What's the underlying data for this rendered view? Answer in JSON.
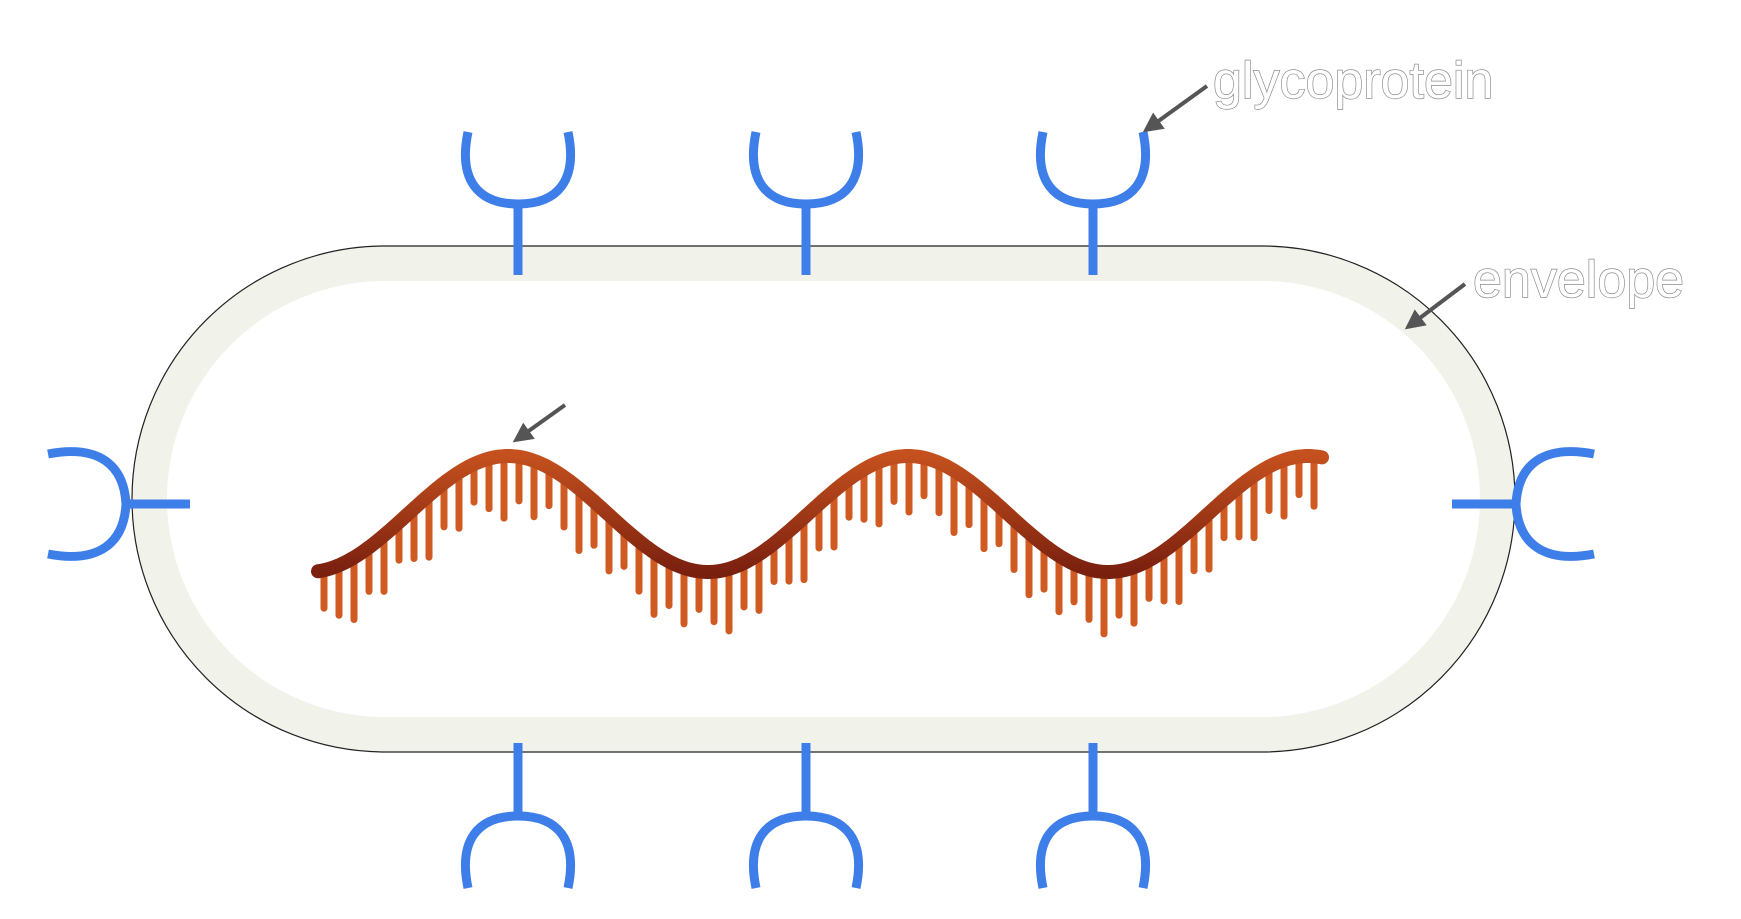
{
  "labels": {
    "glycoprotein": "glycoprotein",
    "envelope": "envelope"
  },
  "colors": {
    "glycoprotein": "#3d7ee8",
    "envelope_fill": "#f1f3ea",
    "envelope_outline": "#222222",
    "strand": "#8f2a14",
    "base": "#cf5a22",
    "arrow": "#555555",
    "background": "#ffffff"
  },
  "diagram": {
    "structures": [
      "envelope",
      "glycoprotein",
      "rna-strand"
    ],
    "glycoprotein_count": 8
  }
}
